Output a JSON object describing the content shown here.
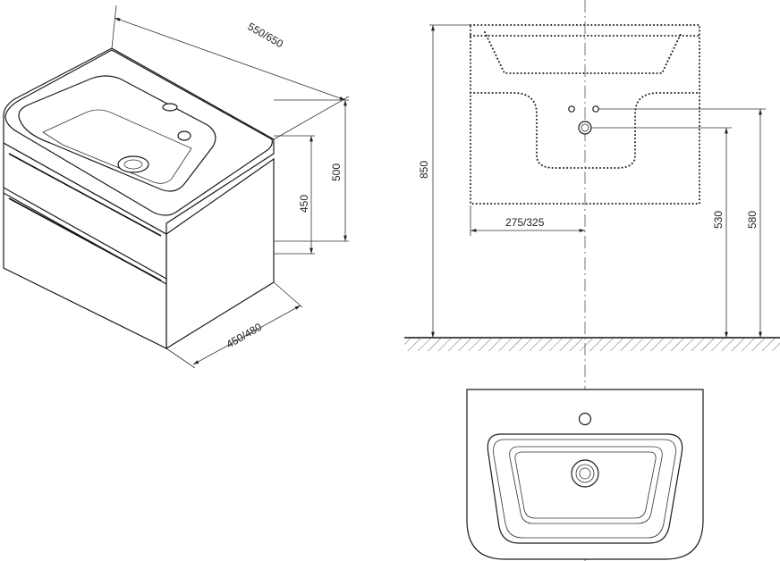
{
  "dimensions": {
    "width_top": "550/650",
    "height_total": "500",
    "height_cabinet": "450",
    "depth": "450/480",
    "install_height": "850",
    "offset_center": "275/325",
    "drain_height": "530",
    "supply_height": "580"
  }
}
